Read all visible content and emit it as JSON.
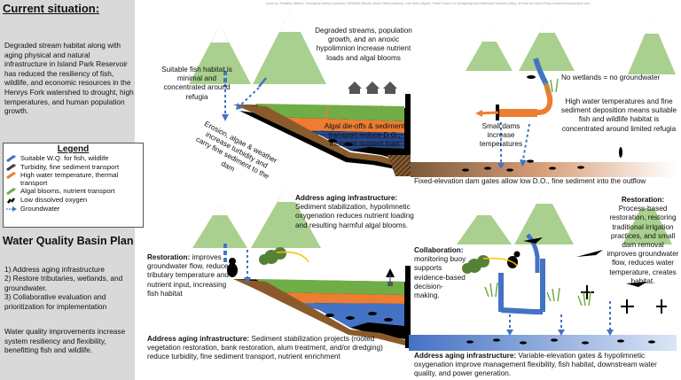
{
  "credits": "Icons by: Smalllike (fishes), Georgiana Ionescu (beaver), IMRANNI (Bush), Mehdi Talebi (salmon), Ivan Nieto (algae), Pham Thanh Loc (Dragonfly) and Mahmoud Hossein (Lilac), all from the Noun Project www.thenounproject.com",
  "sidebar": {
    "current_title": "Current situation:",
    "current_text": "Degraded stream habitat along with aging physical and natural infrastructure in Island Park Reservoir has reduced the resiliency of fish, wildlife, and economic resources in the Henrys Fork watershed to drought, high temperatures, and human population growth.",
    "plan_title": "Water Quality Basin Plan",
    "plan_items": [
      "1) Address aging infrastructure",
      "2) Restore tributaries, wetlands, and groundwater.",
      "3) Collaborative evaluation and prioritization for implementation"
    ],
    "plan_text": "Water quality improvements increase system resiliency and flexibility, benefitting fish and wildlife."
  },
  "legend": {
    "title": "Legend",
    "items": [
      {
        "label": "Suitable W.Q. for fish, wildlife",
        "color": "#4472c4"
      },
      {
        "label": "Turbidity, fine sediment transport",
        "color": "#404040"
      },
      {
        "label": "High water temperature, thermal transport",
        "color": "#ed7d31"
      },
      {
        "label": "Algal blooms, nutrient transport",
        "color": "#70ad47"
      },
      {
        "label": "Low dissolved oxygen",
        "color": "#000000"
      },
      {
        "label": "Groundwater",
        "color": "#4472c4"
      }
    ]
  },
  "top": {
    "suitable_habitat": "Suitable fish habitat is minimal and concentrated around refugia",
    "degraded_streams": "Degraded streams, population growth, and an anoxic hypolimnion increase nutrient loads and algal blooms",
    "erosion": "Erosion, algae & weather increase turbidity and carry fine sediment to the dam",
    "algal_dieoffs": "Algal die-offs & sediment transport reduce D.O., increase nutrient load",
    "small_dams": "Small dams increase temperatures",
    "no_wetlands": "No wetlands = no groundwater",
    "high_temps": "High water temperatures and fine sediment deposition means suitable fish and wildlife habitat is concentrated around limited refugia",
    "fixed_gates": "Fixed-elevation dam gates allow low D.O., fine sediment into the outflow"
  },
  "bottom": {
    "aging_center_bold": "Address aging infrastructure:",
    "aging_center_text": "Sediment stabilization, hypolimnetic oxygenation reduces nutrient loading and resulting harmful algal blooms.",
    "restoration_left_bold": "Restoration:",
    "restoration_left_text": "improves groundwater flow, reduces tributary temperature and nutrient input, increasing fish habitat",
    "collab_bold": "Collaboration:",
    "collab_text": "monitoring buoy supports evidence-based decision-making.",
    "restoration_right_bold": "Restoration:",
    "restoration_right_text": "Process-based restoration, restoring traditional irrigation practices, and small dam removal improves groundwater flow, reduces water temperature, creates habitat.",
    "aging_bottom_left_bold": "Address aging infrastructure:",
    "aging_bottom_left_text": "Sediment stabilization projects (rooted vegetation restoration, bank restoration, alum treatment, and/or dredging) reduce turbidity, fine sediment transport, nutrient enrichment",
    "aging_bottom_right_bold": "Address aging infrastructure:",
    "aging_bottom_right_text": "Variable-elevation gates & hypolimnetic oxygenation improve management flexibility, fish habitat, downstream water quality, and power generation."
  }
}
